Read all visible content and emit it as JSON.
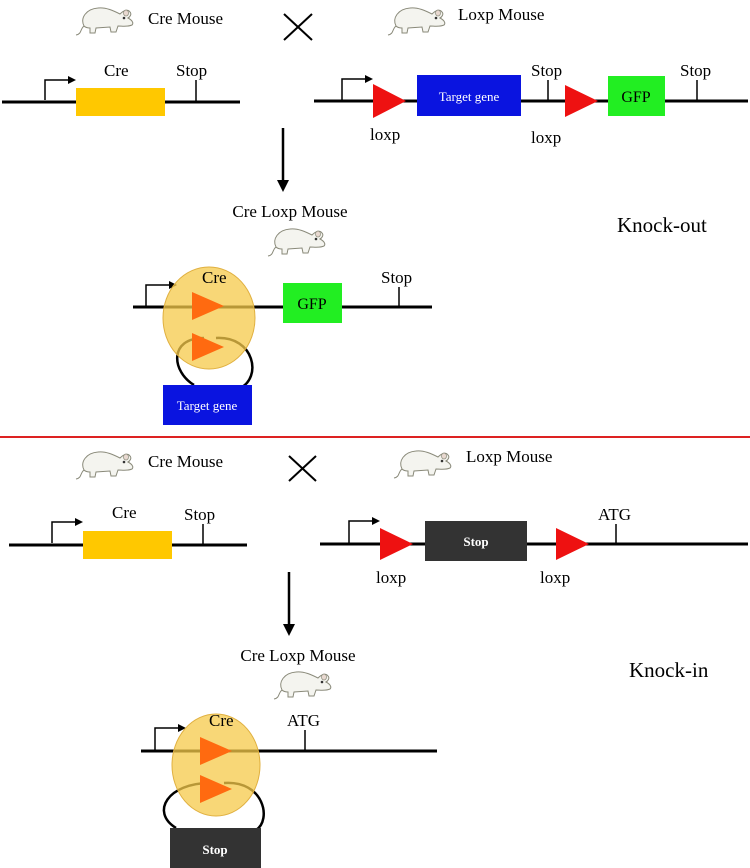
{
  "colors": {
    "cre_box": "#ffc800",
    "target_box": "#0a14e0",
    "gfp_box": "#22ee22",
    "stop_box": "#333333",
    "loxp": "#ee1111",
    "loxp_excised": "#ff6a10",
    "cre_enzyme": "#f5c94a",
    "divider": "#dd2222"
  },
  "icons": {
    "mouse": "mouse-icon",
    "cross": "cross-icon",
    "arrow": "down-arrow-icon",
    "promoter": "promoter-arrow-icon"
  },
  "knockout": {
    "title": "Knock-out",
    "cre_mouse": "Cre Mouse",
    "loxp_mouse": "Loxp Mouse",
    "cre_loxp_mouse": "Cre Loxp Mouse",
    "cre_construct": {
      "gene": "Cre",
      "stop": "Stop"
    },
    "loxp_construct": {
      "target": "Target gene",
      "stop1": "Stop",
      "gfp": "GFP",
      "stop2": "Stop",
      "loxp1": "loxp",
      "loxp2": "loxp"
    },
    "result": {
      "enzyme": "Cre",
      "gfp": "GFP",
      "stop": "Stop",
      "excised": "Target gene"
    }
  },
  "knockin": {
    "title": "Knock-in",
    "cre_mouse": "Cre Mouse",
    "loxp_mouse": "Loxp Mouse",
    "cre_loxp_mouse": "Cre Loxp Mouse",
    "cre_construct": {
      "gene": "Cre",
      "stop": "Stop"
    },
    "loxp_construct": {
      "stop_box": "Stop",
      "atg": "ATG",
      "loxp1": "loxp",
      "loxp2": "loxp"
    },
    "result": {
      "enzyme": "Cre",
      "atg": "ATG",
      "excised": "Stop"
    }
  }
}
